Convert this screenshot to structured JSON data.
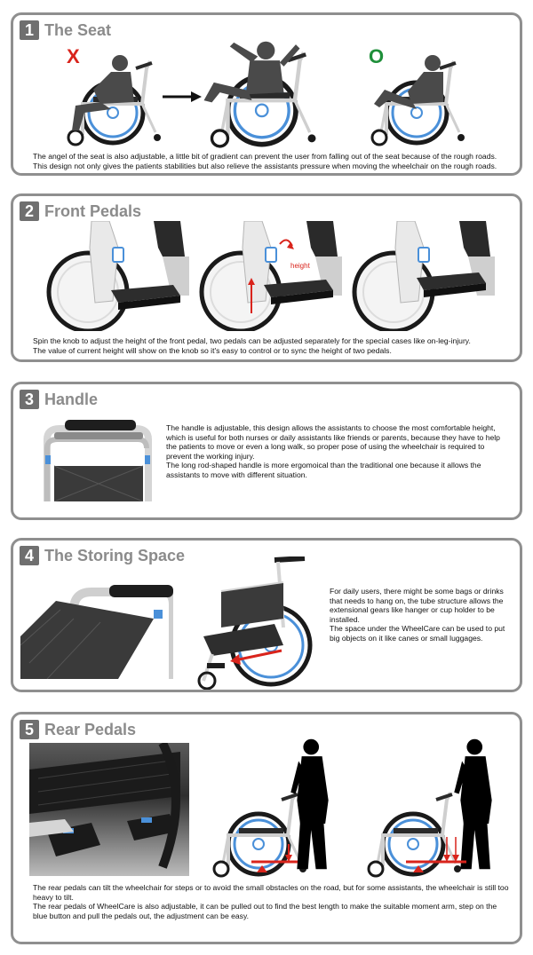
{
  "sections": [
    {
      "number": "1",
      "title": "The Seat",
      "wrong_mark": "X",
      "right_mark": "O",
      "paragraphs": [
        "The angel of the seat is also adjustable, a little bit of gradient can prevent the user from falling out of the seat because of the rough roads.",
        "This design not only gives the patients stabilities but also relieve the assistants pressure when moving the wheelchair on the rough roads."
      ]
    },
    {
      "number": "2",
      "title": "Front Pedals",
      "height_label": "height",
      "paragraphs": [
        "Spin the knob to adjust the height of the front pedal, two pedals can be adjusted separately for the special cases like on-leg-injury.",
        "The value of current height will show on the knob so it's easy to control or to sync the height of two pedals."
      ]
    },
    {
      "number": "3",
      "title": "Handle",
      "paragraphs": [
        "The handle is adjustable, this design allows the assistants to choose the most comfortable height, which is useful for both nurses or daily assistants like friends or parents, because they have to help the patients to move or even a long walk, so proper pose of using the wheelchair is required to prevent the working injury.",
        "The long rod-shaped handle is more ergomoical than the traditional one because it allows the assistants to move with different situation."
      ]
    },
    {
      "number": "4",
      "title": "The Storing Space",
      "paragraphs": [
        "For daily users, there might be some bags or drinks that needs to hang on, the tube structure allows the extensional gears like hanger or cup holder to be installed.",
        "The space under the WheelCare can be used to put big objects on it like canes or small luggages."
      ]
    },
    {
      "number": "5",
      "title": "Rear Pedals",
      "paragraphs": [
        "The rear pedals can tilt the wheelchair for steps or to avoid the small obstacles on the road,  but for some assistants, the wheelchair is still too heavy to tilt.",
        "The rear pedals of WheelCare is also adjustable, it can be pulled out to find the best length to make the suitable moment arm, step on the blue button and pull the pedals out, the adjustment can be easy."
      ]
    }
  ],
  "colors": {
    "border": "#8f8f8f",
    "number_bg": "#6f6f6f",
    "title": "#8b8b8b",
    "wrong": "#d9241c",
    "right": "#1f8f3a",
    "accent_blue": "#4a90d9",
    "arrow_red": "#d9241c"
  }
}
